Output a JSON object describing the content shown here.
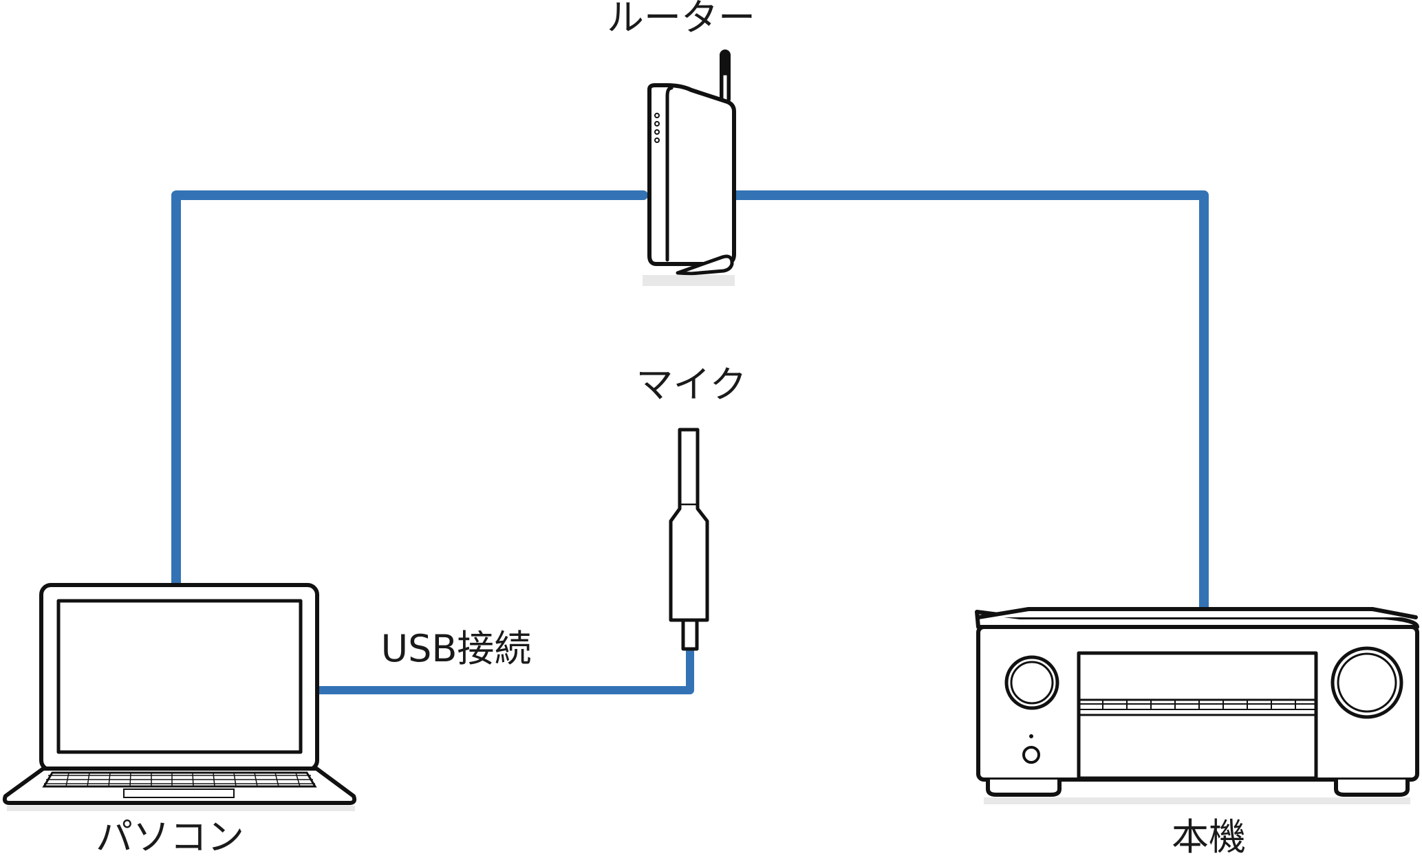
{
  "labels": {
    "router": "ルーター",
    "mic": "マイク",
    "usb": "USB接続",
    "pc": "パソコン",
    "receiver": "本機"
  },
  "colors": {
    "cable": "#3373b5",
    "outline": "#111111",
    "background": "#ffffff"
  },
  "icons": [
    "router-icon",
    "microphone-icon",
    "laptop-icon",
    "av-receiver-icon"
  ]
}
